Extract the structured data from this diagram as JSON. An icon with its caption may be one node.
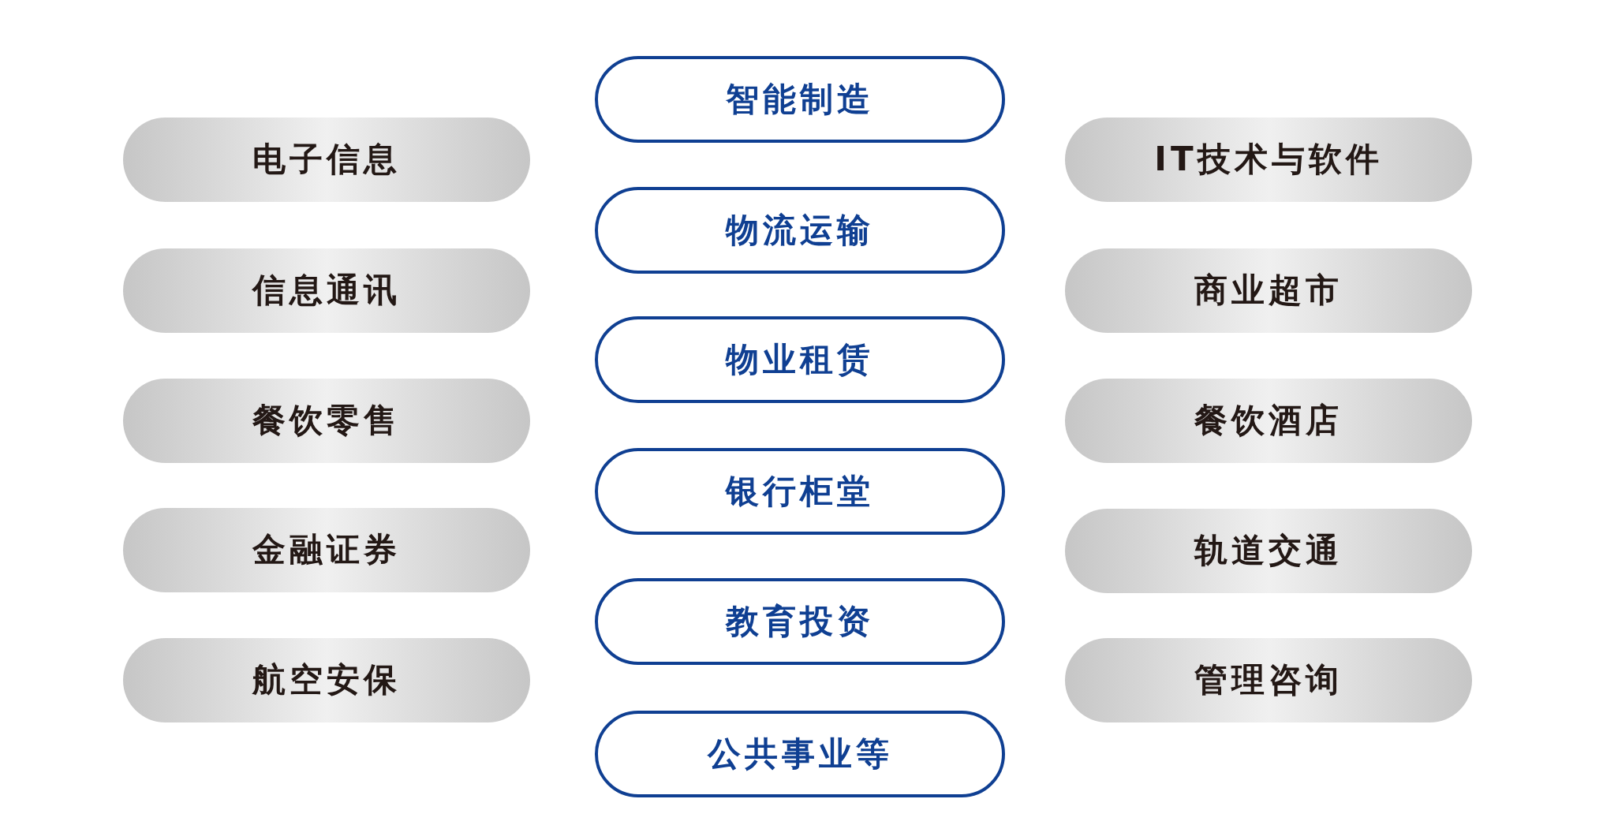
{
  "diagram": {
    "nodes": [
      {
        "text": [
          "电子信息"
        ]
      },
      {
        "text": [
          "信息通讯"
        ]
      },
      {
        "text": [
          "餐饮零售"
        ]
      },
      {
        "text": [
          "金融证券"
        ]
      },
      {
        "text": [
          "航空安保"
        ]
      },
      {
        "text": [
          "智能制造"
        ]
      },
      {
        "text": [
          "物流运输"
        ]
      },
      {
        "text": [
          "物业租赁"
        ]
      },
      {
        "text": [
          "银行柜堂"
        ]
      },
      {
        "text": [
          "教育投资"
        ]
      },
      {
        "text": [
          "公共事业等"
        ]
      },
      {
        "text": [
          "IT技术与软件"
        ]
      },
      {
        "text": [
          "商业超市"
        ]
      },
      {
        "text": [
          "餐饮酒店"
        ]
      },
      {
        "text": [
          "轨道交通"
        ]
      },
      {
        "text": [
          "管理咨询"
        ]
      }
    ]
  }
}
